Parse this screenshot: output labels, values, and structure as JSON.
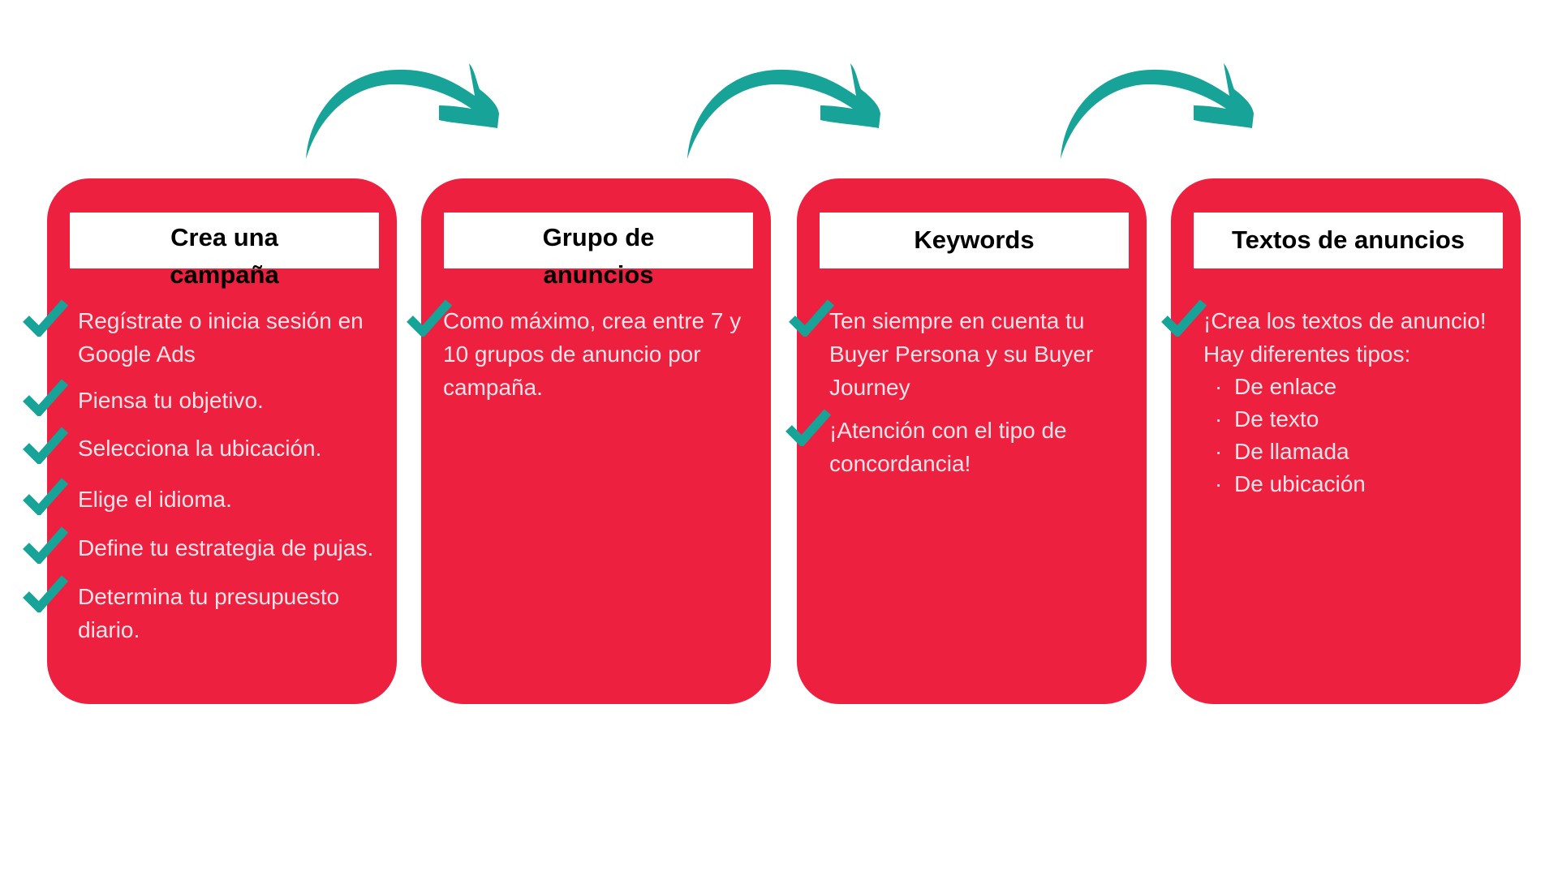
{
  "colors": {
    "card": "#EE2040",
    "accent": "#17A398",
    "header_bg": "#FFFFFF",
    "title": "#000000",
    "body_text": "#FBE3E7"
  },
  "steps": [
    {
      "title": "Crea una campaña",
      "items": [
        "Regístrate o inicia sesión en Google Ads",
        "Piensa tu objetivo.",
        "Selecciona la ubicación.",
        "Elige el idioma.",
        "Define tu estrategia de pujas.",
        "Determina tu presupuesto diario."
      ]
    },
    {
      "title": "Grupo de anuncios",
      "items": [
        "Como máximo, crea entre 7 y 10 grupos de anuncio por campaña."
      ]
    },
    {
      "title": "Keywords",
      "items": [
        "Ten siempre en cuenta tu Buyer Persona y su Buyer Journey",
        "¡Atención con el tipo de concordancia!"
      ]
    },
    {
      "title": "Textos de anuncios",
      "items": [
        "¡Crea los textos de anuncio! Hay diferentes tipos:"
      ],
      "subitems": [
        "De enlace",
        "De texto",
        "De llamada",
        "De ubicación"
      ],
      "bullet": "·"
    }
  ],
  "arrows": [
    "arrow-right-curved-icon",
    "arrow-right-curved-icon",
    "arrow-right-curved-icon"
  ],
  "item_icon": "checkmark-icon"
}
